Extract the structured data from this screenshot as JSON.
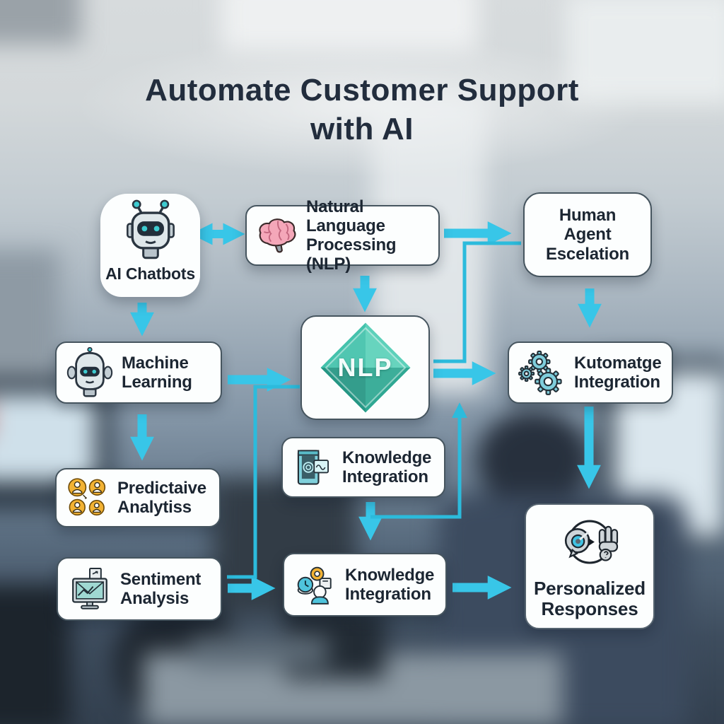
{
  "title": {
    "line1": "Automate Customer Support",
    "line2": "with AI"
  },
  "colors": {
    "arrow": "#38C6E8",
    "thin_line": "#2CBBDC",
    "diamond_teal": "#3FC0AB",
    "title_text": "#222D3D",
    "box_background": "#FCFEFE",
    "box_border": "#46555F",
    "gear_teal": "#7FCEDC",
    "brain_pink": "#F4A7B9",
    "avatar_orange": "#F2B233"
  },
  "nodes": {
    "ai_chatbots": {
      "label": "AI Chatbots",
      "icon": "chatbot-robot-icon"
    },
    "nlp_top": {
      "label": "Natural Language Processing (NLP)",
      "icon": "brain-icon"
    },
    "human_agent": {
      "label": "Human Agent Escelation",
      "icon": null
    },
    "machine_learning": {
      "label": "Machine Learning",
      "icon": "robot-head-icon"
    },
    "nlp_core": {
      "label": "NLP",
      "icon": "teal-diamond-icon"
    },
    "automation_integration": {
      "label": "Kutomatge Integration",
      "icon": "gears-icon"
    },
    "predictive_analytics": {
      "label": "Predictaive Analytiss",
      "icon": "user-avatars-icon"
    },
    "knowledge_integration_mid": {
      "label": "Knowledge Integration",
      "icon": "document-monitor-icon"
    },
    "sentiment_analysis": {
      "label": "Sentiment Analysis",
      "icon": "chart-monitor-icon"
    },
    "knowledge_integration_bottom": {
      "label": "Knowledge Integration",
      "icon": "person-workstation-icon"
    },
    "personalized_responses": {
      "label": "Personalized Responses",
      "icon": "response-cycle-icon"
    }
  },
  "connections": [
    {
      "from": "ai_chatbots",
      "to": "nlp_top",
      "style": "double-arrow"
    },
    {
      "from": "nlp_top",
      "to": "nlp_core",
      "style": "arrow"
    },
    {
      "from": "nlp_top",
      "to": "human_agent",
      "style": "arrow"
    },
    {
      "from": "human_agent",
      "to": "nlp_core",
      "style": "elbow-line"
    },
    {
      "from": "ai_chatbots",
      "to": "machine_learning",
      "style": "arrow"
    },
    {
      "from": "machine_learning",
      "to": "nlp_core",
      "style": "arrow"
    },
    {
      "from": "machine_learning",
      "to": "predictive_analytics",
      "style": "arrow"
    },
    {
      "from": "nlp_core",
      "to": "automation_integration",
      "style": "arrow"
    },
    {
      "from": "human_agent",
      "to": "automation_integration",
      "style": "arrow"
    },
    {
      "from": "automation_integration",
      "to": "personalized_responses",
      "style": "arrow"
    },
    {
      "from": "nlp_core",
      "to": "sentiment_analysis",
      "style": "elbow-line"
    },
    {
      "from": "knowledge_integration_bottom",
      "to": "nlp_core",
      "style": "elbow-arrow-up"
    },
    {
      "from": "knowledge_integration_mid",
      "to": "knowledge_integration_bottom",
      "style": "arrow"
    },
    {
      "from": "sentiment_analysis",
      "to": "knowledge_integration_bottom",
      "style": "arrow"
    },
    {
      "from": "knowledge_integration_bottom",
      "to": "personalized_responses",
      "style": "arrow"
    }
  ]
}
